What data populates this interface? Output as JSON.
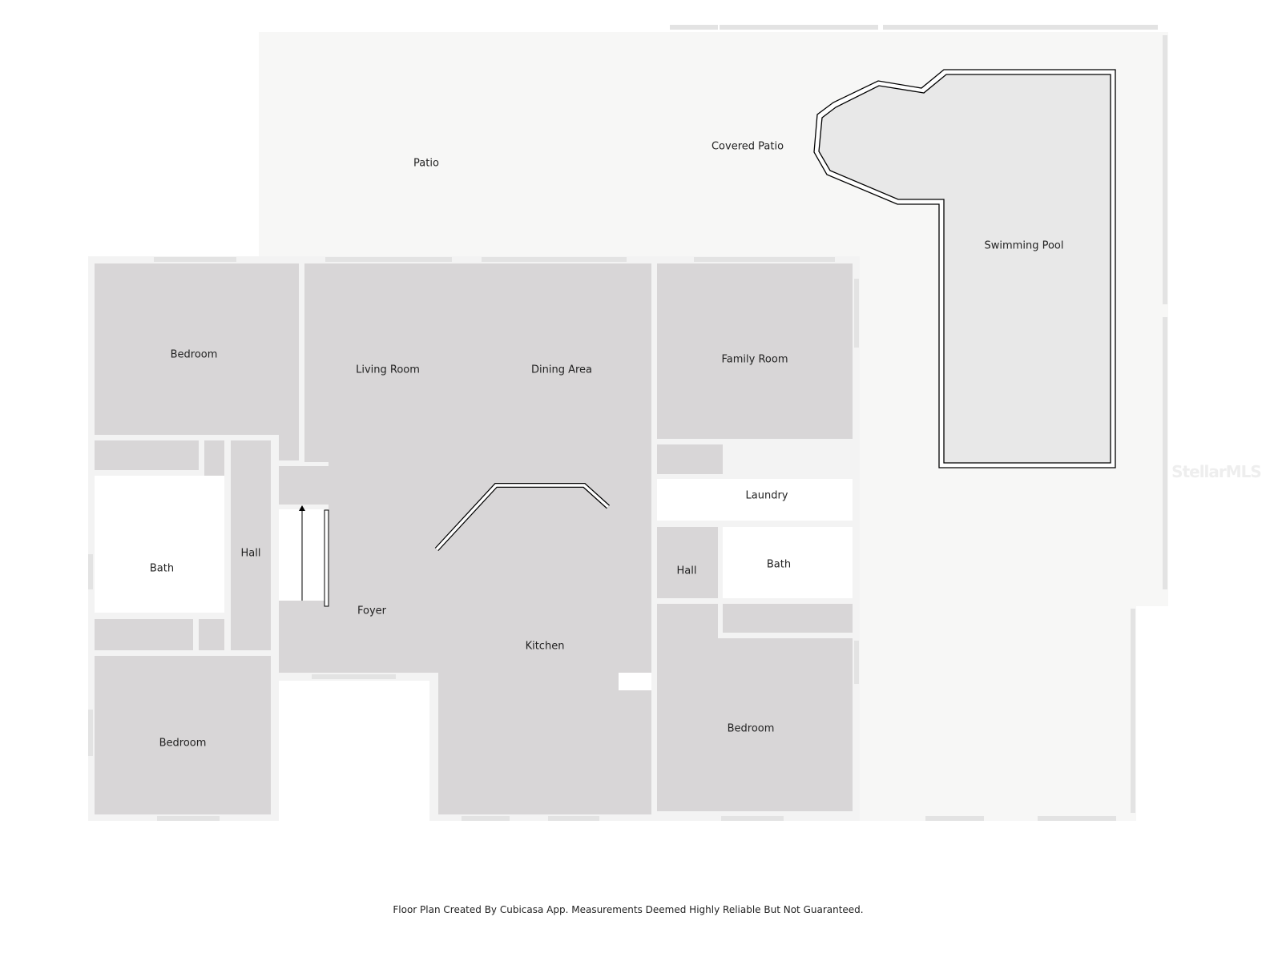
{
  "rooms": {
    "patio": "Patio",
    "covered_patio": "Covered Patio",
    "swimming_pool": "Swimming Pool",
    "bedroom_top_left": "Bedroom",
    "living_room": "Living Room",
    "dining_area": "Dining Area",
    "family_room": "Family Room",
    "laundry": "Laundry",
    "hall_left": "Hall",
    "bath_left": "Bath",
    "hall_right": "Hall",
    "bath_right": "Bath",
    "foyer": "Foyer",
    "kitchen": "Kitchen",
    "bedroom_right": "Bedroom",
    "bedroom_bottom_left": "Bedroom"
  },
  "footer": "Floor Plan Created By Cubicasa App. Measurements Deemed Highly Reliable But Not Guaranteed.",
  "watermark": "StellarMLS",
  "colors": {
    "room": "#d8d6d7",
    "patio": "#f7f7f6",
    "pool": "#e8e8e8",
    "wall": "#f2f2f2"
  }
}
